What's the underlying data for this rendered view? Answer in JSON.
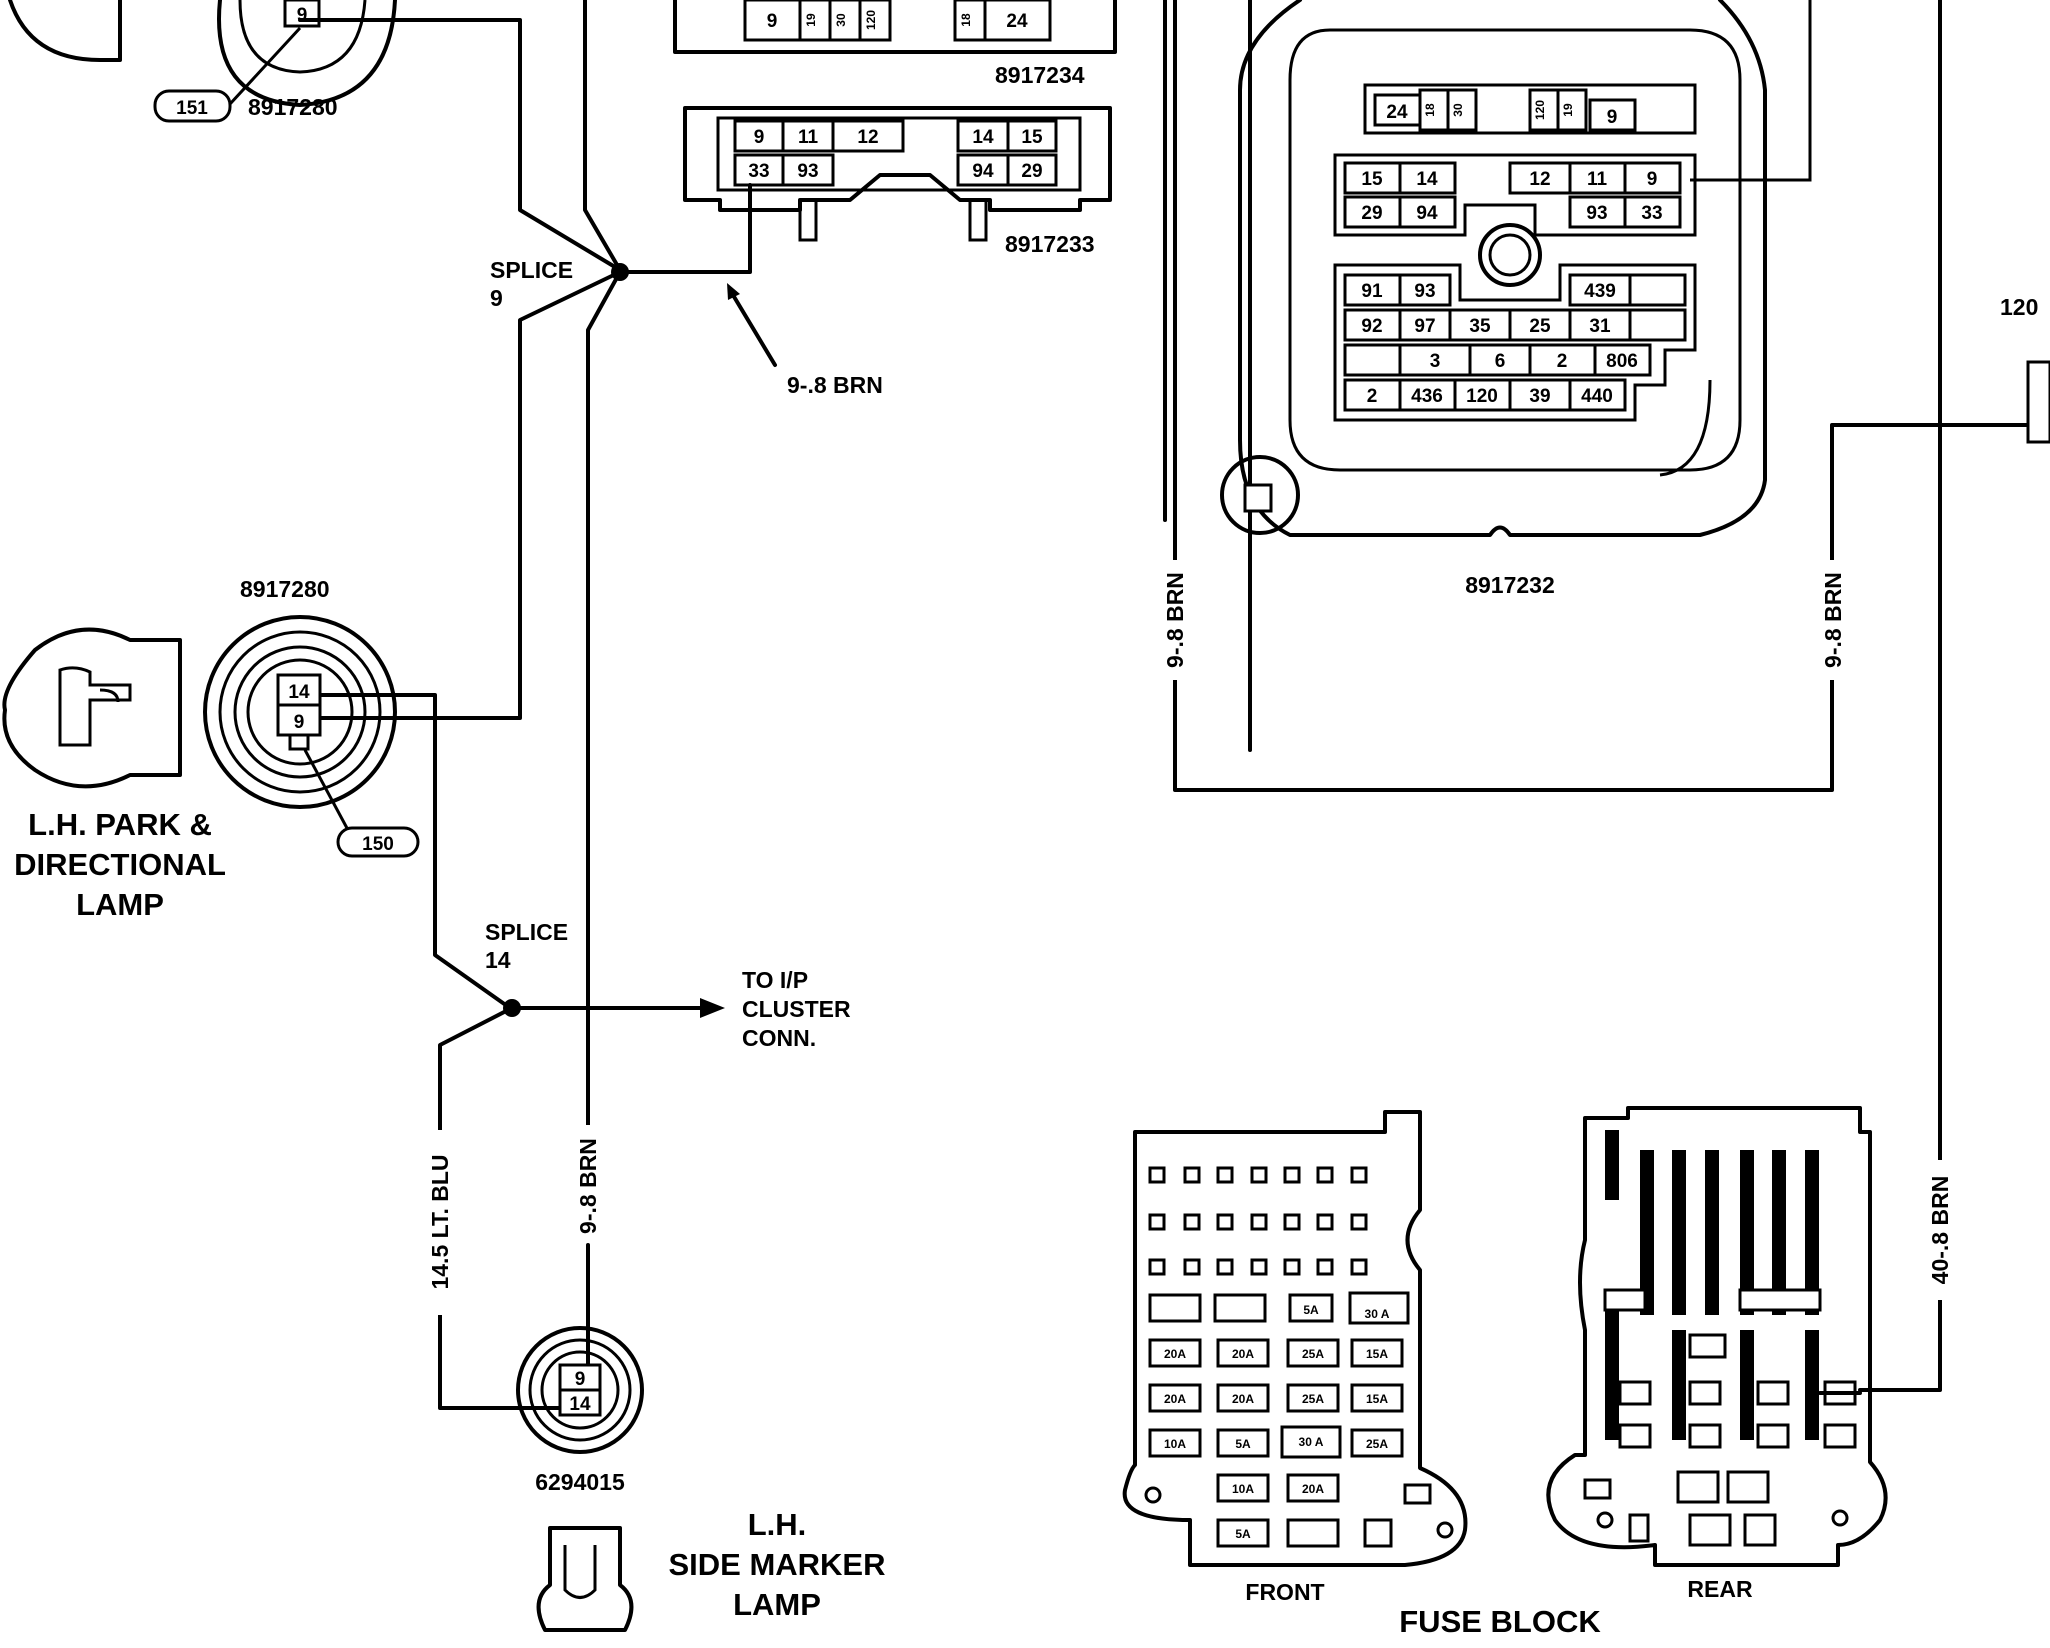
{
  "connectors": {
    "c1_top_part": "8917280",
    "c1_top_pin": "9",
    "c1_top_callout": "151",
    "c1_part": "8917280",
    "c1_pin_a": "14",
    "c1_pin_b": "9",
    "c1_callout": "150",
    "c2_part": "8917234",
    "c2_pins": [
      "9",
      "19",
      "30",
      "120",
      "18",
      "24"
    ],
    "c3_part": "8917233",
    "c3_row1": [
      "9",
      "11",
      "12",
      "14",
      "15"
    ],
    "c3_row2": [
      "33",
      "93",
      "94",
      "29"
    ],
    "c4_part": "8917232",
    "c4_row1": [
      "24",
      "18",
      "30",
      "120",
      "19",
      "9"
    ],
    "c4_row2": [
      "15",
      "14",
      "12",
      "11",
      "9"
    ],
    "c4_row3": [
      "29",
      "94",
      "93",
      "33"
    ],
    "c4_row4": [
      "91",
      "93",
      "439"
    ],
    "c4_row5": [
      "92",
      "97",
      "35",
      "25",
      "31"
    ],
    "c4_row6": [
      "3",
      "6",
      "2",
      "806"
    ],
    "c4_row7": [
      "2",
      "436",
      "120",
      "39",
      "440"
    ],
    "c5_part": "6294015",
    "c5_pin_a": "9",
    "c5_pin_b": "14",
    "far_right": "120"
  },
  "labels": {
    "splice9_a": "SPLICE",
    "splice9_b": "9",
    "splice14_a": "SPLICE",
    "splice14_b": "14",
    "wire_top": "9-.8 BRN",
    "wire_mid_left": "9-.8 BRN",
    "wire_c4_left": "9-.8 BRN",
    "wire_c4_right": "9-.8 BRN",
    "wire_blu": "14.5 LT. BLU",
    "wire_right": "40-.8 BRN",
    "to_ip_1": "TO I/P",
    "to_ip_2": "CLUSTER",
    "to_ip_3": "CONN.",
    "park_1": "L.H. PARK &",
    "park_2": "DIRECTIONAL",
    "park_3": "LAMP",
    "side_1": "L.H.",
    "side_2": "SIDE MARKER",
    "side_3": "LAMP",
    "fuse_block": "FUSE BLOCK",
    "front": "FRONT",
    "rear": "REAR"
  },
  "fuses": {
    "f1": "20A",
    "f2": "20A",
    "f3": "25A",
    "f4": "15A",
    "f5": "20A",
    "f6": "20A",
    "f7": "25A",
    "f8": "15A",
    "f9": "10A",
    "f10": "5A",
    "f11": "30 A",
    "f12": "25A",
    "f13": "10A",
    "f14": "20A",
    "f15": "5A",
    "f16": "30 A",
    "f17": "5A"
  }
}
